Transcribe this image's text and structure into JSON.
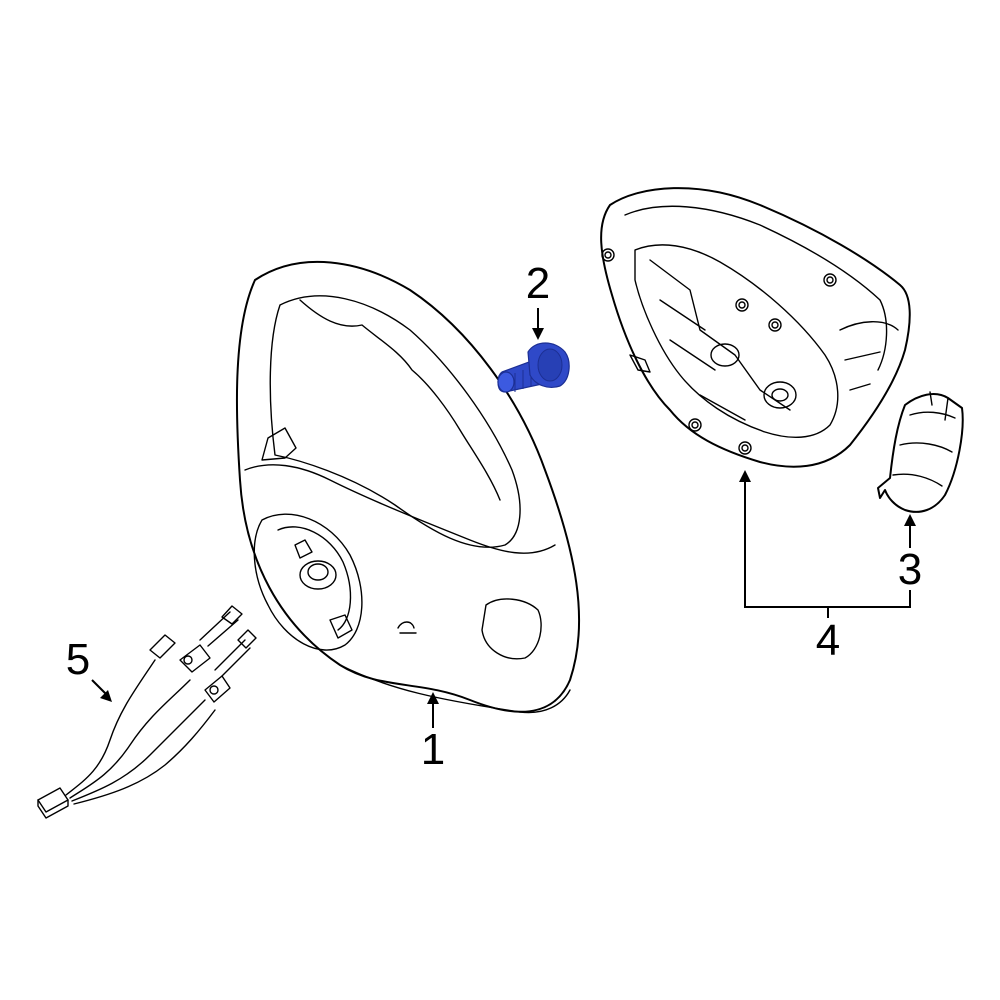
{
  "callouts": [
    {
      "id": "1",
      "label": "1"
    },
    {
      "id": "2",
      "label": "2"
    },
    {
      "id": "3",
      "label": "3"
    },
    {
      "id": "4",
      "label": "4"
    },
    {
      "id": "5",
      "label": "5"
    }
  ],
  "colors": {
    "line": "#000000",
    "background": "#ffffff",
    "highlight_part": "#2f49c8",
    "highlight_dark": "#1c2f94"
  },
  "highlighted_part": "2",
  "icons": [
    "steering-wheel",
    "bolt",
    "trim-cover",
    "airbag-module",
    "wiring-harness"
  ]
}
